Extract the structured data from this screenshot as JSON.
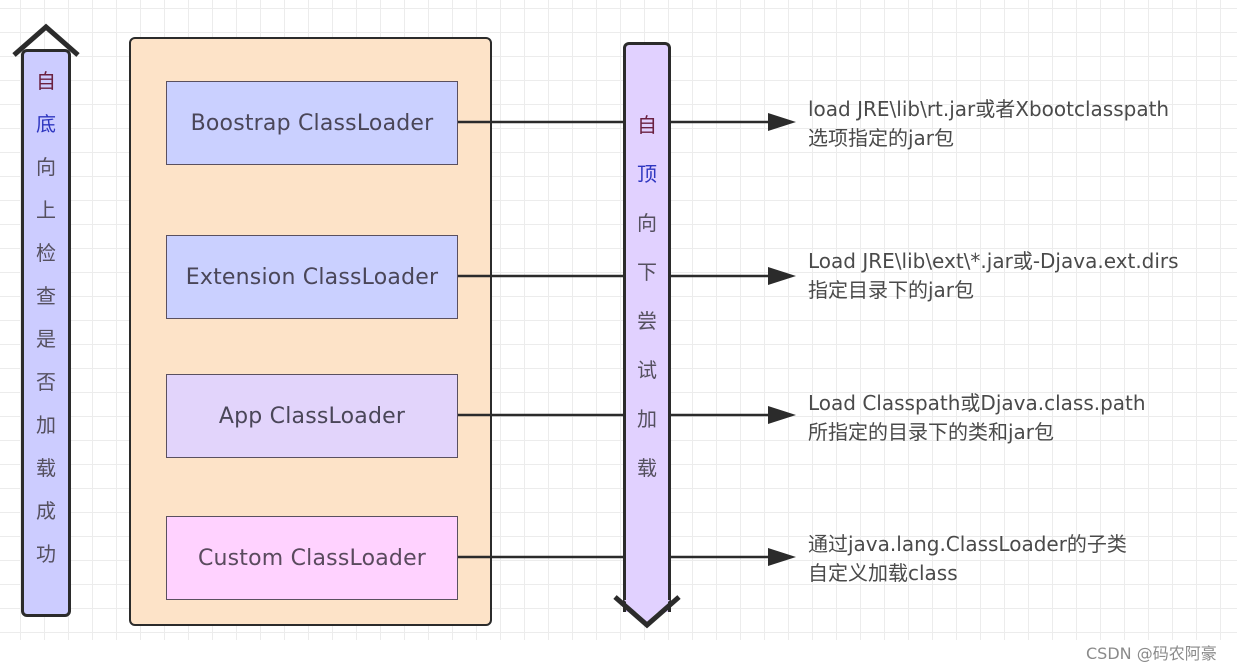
{
  "diagram": {
    "left_bar": {
      "chars": [
        "自",
        "底",
        "向",
        "上",
        "检",
        "查",
        "是",
        "否",
        "加",
        "载",
        "成",
        "功"
      ],
      "direction": "up",
      "text": "自底向上检查是否加载成功"
    },
    "right_bar": {
      "chars": [
        "自",
        "顶",
        "向",
        "下",
        "尝",
        "试",
        "加",
        "载"
      ],
      "direction": "down",
      "text": "自顶向下尝试加载"
    },
    "loaders": [
      {
        "name": "Boostrap ClassLoader",
        "color": "#cad0ff",
        "description": [
          "load JRE\\lib\\rt.jar或者Xbootclasspath",
          "选项指定的jar包"
        ]
      },
      {
        "name": "Extension ClassLoader",
        "color": "#cad0ff",
        "description": [
          "Load JRE\\lib\\ext\\*.jar或-Djava.ext.dirs",
          "指定目录下的jar包"
        ]
      },
      {
        "name": "App ClassLoader",
        "color": "#e2d4fb",
        "description": [
          "Load Classpath或Djava.class.path",
          "所指定的目录下的类和jar包"
        ]
      },
      {
        "name": "Custom ClassLoader",
        "color": "#ffd2ff",
        "description": [
          "通过java.lang.ClassLoader的子类",
          "自定义加载class"
        ]
      }
    ],
    "container_color": "#fde3c8",
    "left_bar_color": "#ccccff",
    "right_bar_color": "#e1d1ff"
  },
  "watermark": "CSDN @码农阿豪"
}
